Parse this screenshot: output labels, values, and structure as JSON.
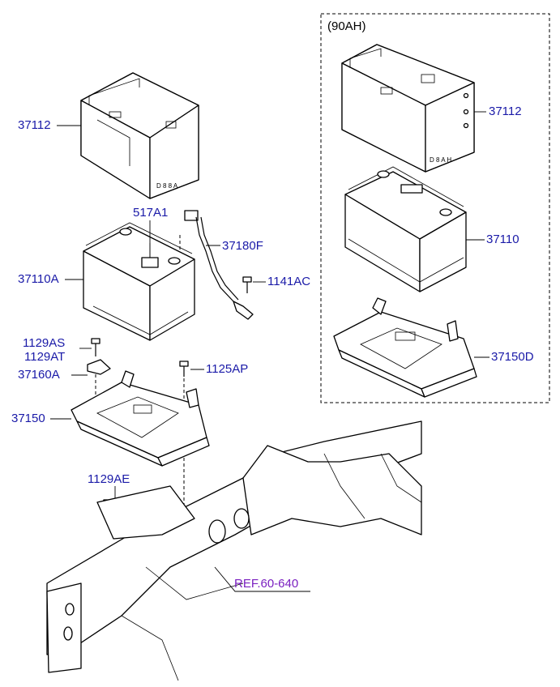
{
  "box": {
    "title": "(90AH)"
  },
  "labels": {
    "tray_left": "37112",
    "tray_right": "37112",
    "terminal": "517A1",
    "cable": "37180F",
    "battery_left": "37110A",
    "battery_right": "37110",
    "bolt_1141ac": "1141AC",
    "bolt_1129as": "1129AS",
    "bolt_1129at": "1129AT",
    "clamp": "37160A",
    "bolt_1125ap": "1125AP",
    "bracket_left": "37150",
    "bracket_right": "37150D",
    "bolt_1129ae": "1129AE"
  },
  "reference": "REF.60-640",
  "colors": {
    "label": "#1a1aa8",
    "reference": "#7a1fc0",
    "line": "#000000"
  }
}
